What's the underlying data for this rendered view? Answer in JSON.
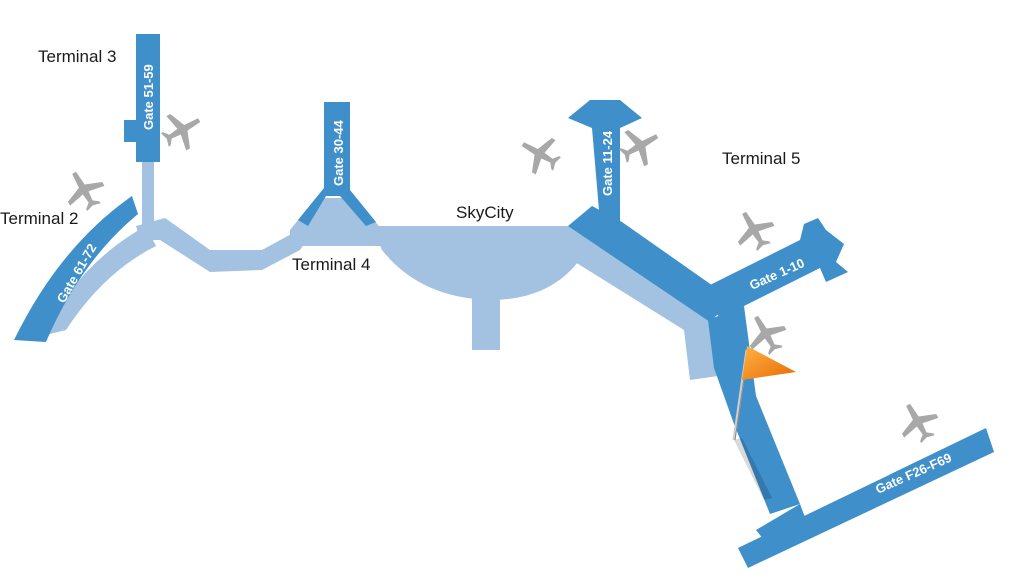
{
  "terminals": {
    "terminal_2": "Terminal 2",
    "terminal_3": "Terminal 3",
    "terminal_4": "Terminal 4",
    "terminal_5": "Terminal 5",
    "skycity": "SkyCity"
  },
  "gates": {
    "gate_61_72": "Gate 61-72",
    "gate_51_59": "Gate 51-59",
    "gate_30_44": "Gate 30-44",
    "gate_11_24": "Gate 11-24",
    "gate_1_10": "Gate 1-10",
    "gate_f26_f69": "Gate F26-F69"
  },
  "colors": {
    "concourse": "#a3c1e0",
    "pier": "#3f8fca",
    "plane": "#a8a8a8",
    "flag": "#f28a12"
  },
  "icons": {
    "plane": "airplane-icon",
    "marker": "flag-marker-icon"
  }
}
